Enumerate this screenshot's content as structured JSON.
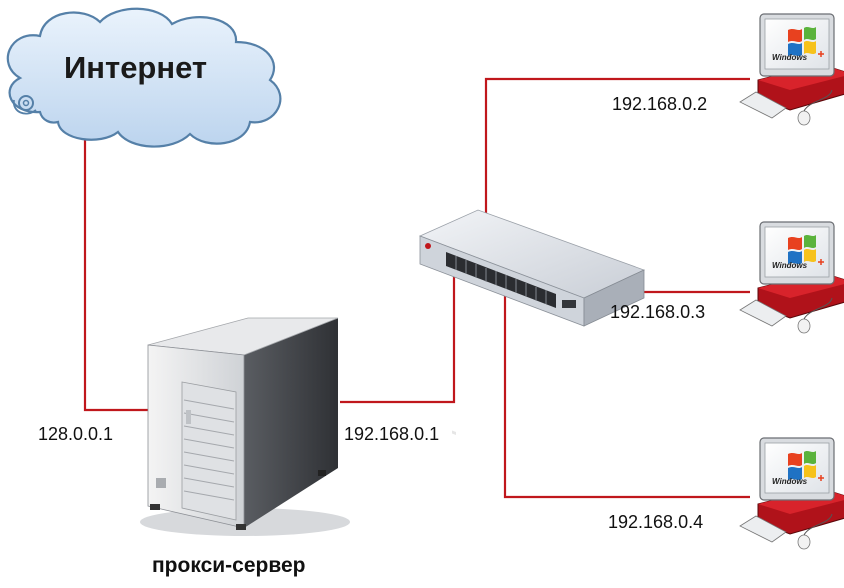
{
  "internet": {
    "label": "Интернет"
  },
  "proxy": {
    "caption": "прокси-сервер",
    "external_ip": "128.0.0.1",
    "internal_ip": "192.168.0.1"
  },
  "clients": [
    {
      "ip": "192.168.0.2",
      "os_logo": "Windows"
    },
    {
      "ip": "192.168.0.3",
      "os_logo": "Windows"
    },
    {
      "ip": "192.168.0.4",
      "os_logo": "Windows"
    }
  ],
  "colors": {
    "link": "#c0171c",
    "cloud_fill": "#d4e6f6",
    "cloud_stroke": "#5580a8",
    "pc_base": "#b0121a",
    "switch_body": "#dfe3ea"
  },
  "icons": [
    "cloud-icon",
    "server-icon",
    "switch-icon",
    "computer-icon"
  ]
}
